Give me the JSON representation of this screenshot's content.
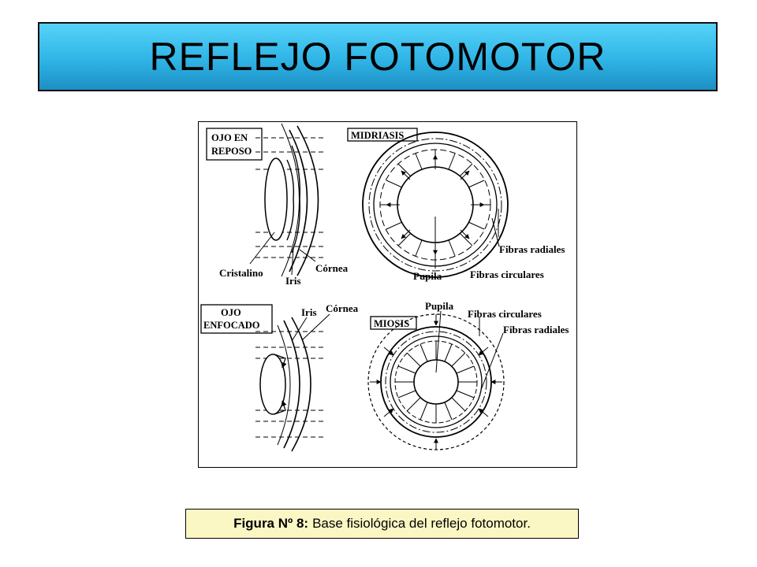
{
  "title": "REFLEJO FOTOMOTOR",
  "figure": {
    "panels": {
      "top_left": {
        "box_lines": [
          "OJO EN",
          "REPOSO"
        ],
        "labels": {
          "cristalino": "Cristalino",
          "iris": "Iris",
          "cornea": "Córnea"
        }
      },
      "top_right": {
        "box": "MIDRIASIS",
        "labels": {
          "fibras_radiales": "Fibras radiales",
          "pupila": "Pupila",
          "fibras_circulares": "Fibras circulares"
        }
      },
      "bottom_left": {
        "box_lines": [
          "OJO",
          "ENFOCADO"
        ],
        "labels": {
          "iris": "Iris",
          "cornea": "Córnea"
        }
      },
      "bottom_right": {
        "box": "MIOSIS",
        "labels": {
          "pupila": "Pupila",
          "fibras_circulares": "Fibras circulares",
          "fibras_radiales": "Fibras radiales"
        }
      }
    }
  },
  "caption": {
    "bold": "Figura Nº 8:",
    "text": "Base fisiológica del reflejo fotomotor."
  }
}
